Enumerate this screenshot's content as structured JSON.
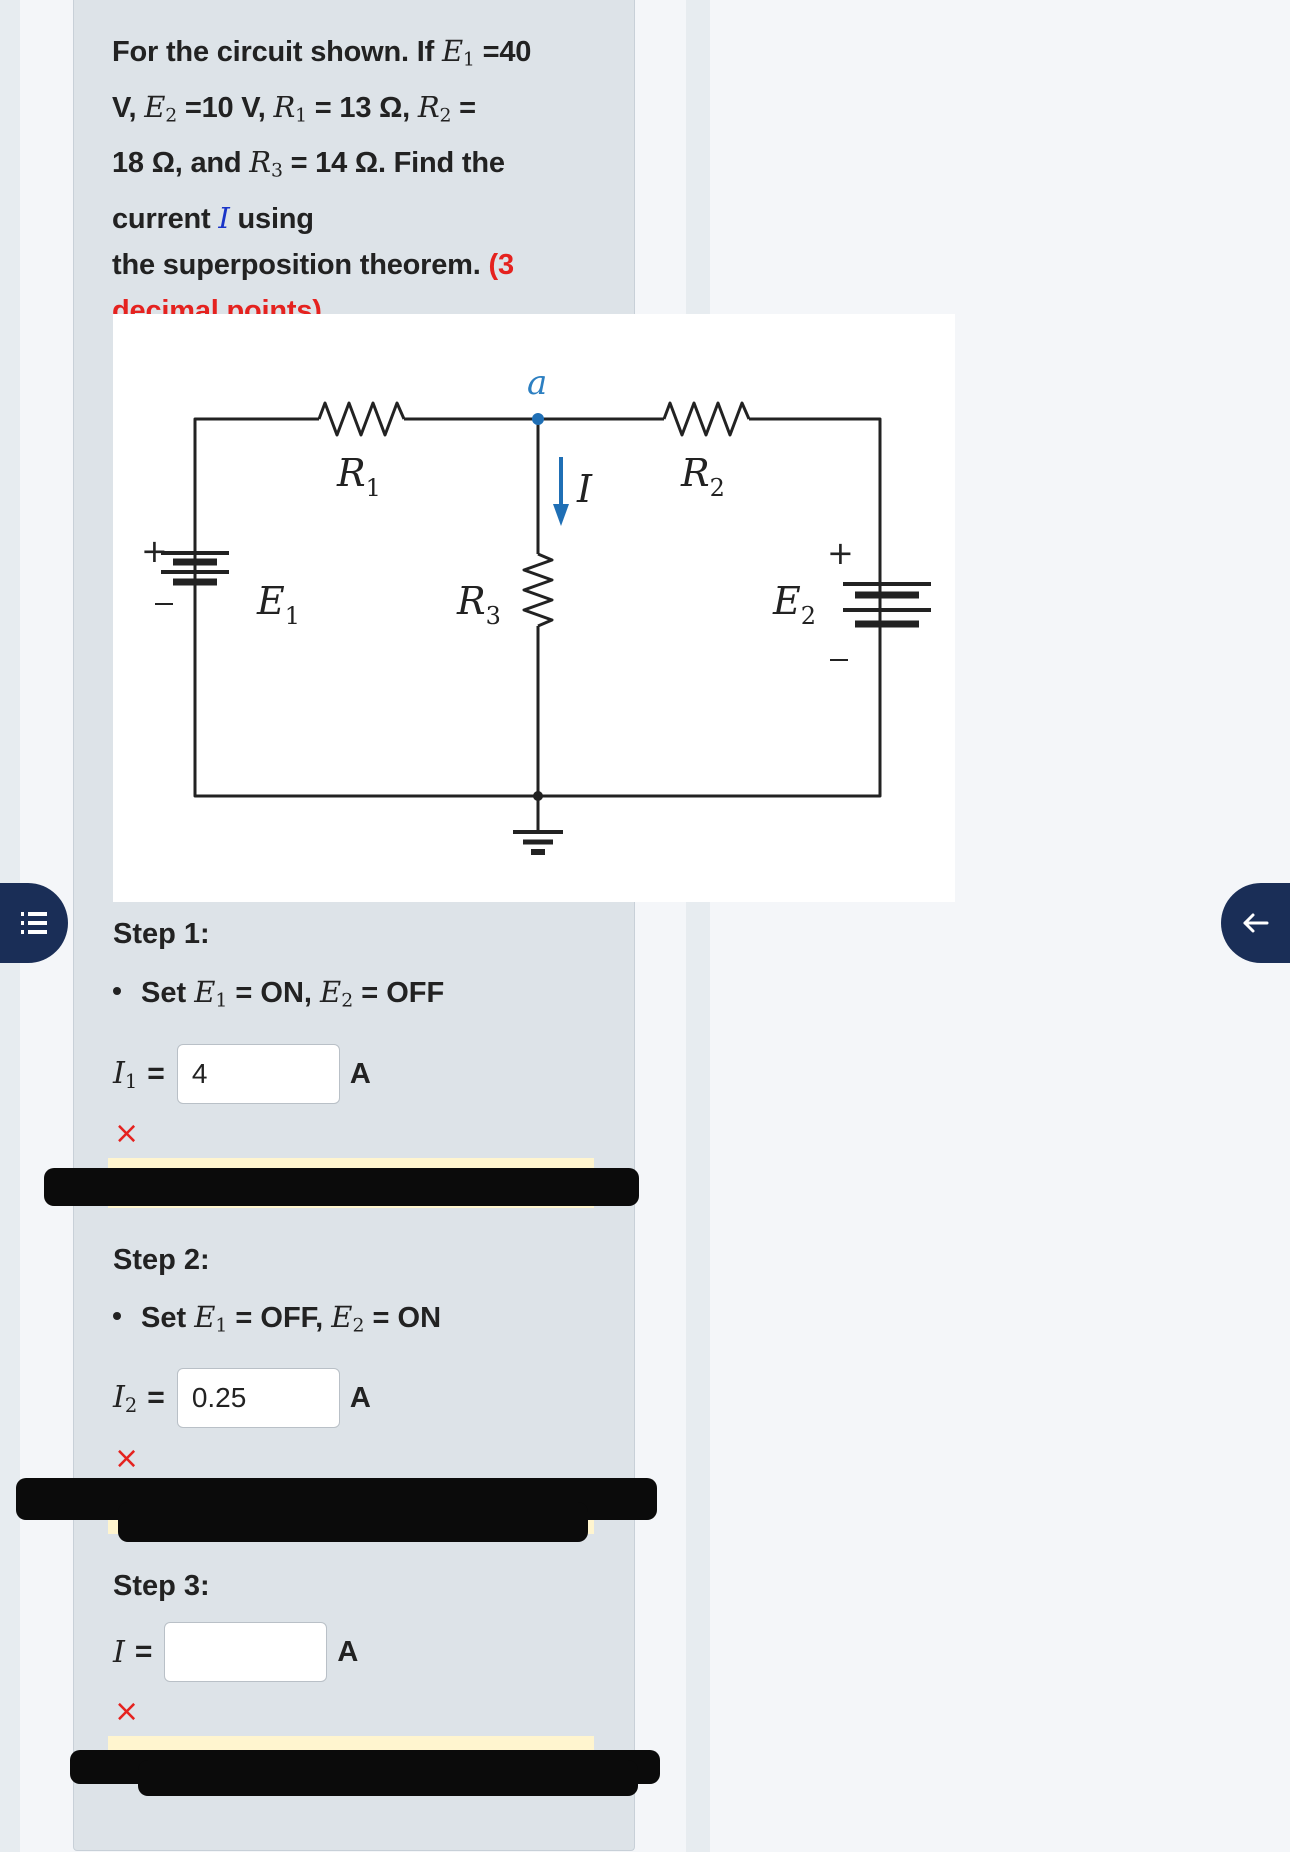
{
  "question": {
    "line1_a": "For the circuit shown. If ",
    "line1_b": "=40",
    "line2_a": "V, ",
    "line2_b": "=10 V, ",
    "line2_c": " = 13 Ω, ",
    "line2_d": " =",
    "line3_a": "18 Ω, and ",
    "line3_b": " = 14 Ω. Find the",
    "line4_a": "current ",
    "line4_b": "I",
    "line4_c": " using",
    "line5_a": "the superposition theorem. ",
    "line5_b": "(3",
    "line6": "decimal points)",
    "sym_E": "E",
    "sym_R": "R",
    "sub1": "1",
    "sub2": "2",
    "sub3": "3"
  },
  "circuit": {
    "node_label": "a",
    "current_label": "I",
    "r1": "R",
    "r1_sub": "1",
    "r2": "R",
    "r2_sub": "2",
    "r3": "R",
    "r3_sub": "3",
    "e1": "E",
    "e1_sub": "1",
    "e2": "E",
    "e2_sub": "2",
    "plus": "+",
    "minus": "−"
  },
  "step1": {
    "title": "Step 1:",
    "set_a": "Set ",
    "set_b": " = ON, ",
    "set_c": " = OFF",
    "label": "I",
    "label_sub": "1",
    "eq": "=",
    "value": "4",
    "unit": "A",
    "status": "×"
  },
  "step2": {
    "title": "Step 2:",
    "set_a": "Set ",
    "set_b": " = OFF, ",
    "set_c": " = ON",
    "label": "I",
    "label_sub": "2",
    "eq": "=",
    "value": "0.25",
    "unit": "A",
    "status": "×"
  },
  "step3": {
    "title": "Step 3:",
    "label": "I",
    "eq": "=",
    "value": "",
    "unit": "A",
    "status": "×"
  },
  "nav": {
    "menu_icon": "list-icon",
    "back_icon": "arrow-left-icon"
  },
  "colors": {
    "panel": "#dde3e8",
    "accent_blue": "#1a35c8",
    "wire_blue": "#1f6fb5",
    "error_red": "#e5221f",
    "nav_dark": "#1a2e57",
    "feedback_yellow": "#fff5cf"
  }
}
